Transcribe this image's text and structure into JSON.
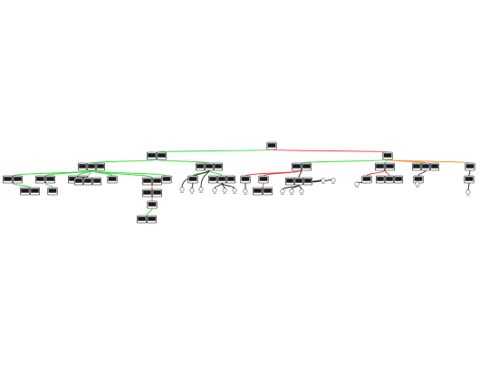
{
  "diagram": {
    "type": "decision-tree",
    "edge_colors": {
      "green": "#3ddc3d",
      "red": "#e84040",
      "black": "#222222",
      "orange": "#f09030"
    },
    "nodes": [
      {
        "id": "root",
        "shape": "box",
        "parent": null
      },
      {
        "id": "l1a",
        "shape": "pair",
        "parent": "root",
        "edge": "green"
      },
      {
        "id": "l1b",
        "shape": "box",
        "parent": "root",
        "edge": "red"
      },
      {
        "id": "l2a",
        "shape": "trio",
        "parent": "l1a",
        "edge": "green"
      },
      {
        "id": "l2b",
        "shape": "trio",
        "parent": "l1a",
        "edge": "green"
      },
      {
        "id": "l2c",
        "shape": "pair",
        "parent": "l1b",
        "edge": "green"
      },
      {
        "id": "l2d",
        "shape": "pair",
        "parent": "l1b",
        "edge": "green"
      },
      {
        "id": "l2e",
        "shape": "trio",
        "parent": "l1b",
        "edge": "orange"
      },
      {
        "id": "l2f",
        "shape": "box",
        "parent": "l1b",
        "edge": "orange"
      },
      {
        "id": "l3a",
        "shape": "pair",
        "parent": "l2a",
        "edge": "green"
      },
      {
        "id": "l3b",
        "shape": "pair",
        "parent": "l2a",
        "edge": "green"
      },
      {
        "id": "l3c",
        "shape": "pair",
        "parent": "l2a",
        "edge": "green"
      },
      {
        "id": "l3d",
        "shape": "trio",
        "parent": "l2a",
        "edge": "green"
      },
      {
        "id": "l3e",
        "shape": "box",
        "parent": "l2a",
        "edge": "green"
      },
      {
        "id": "l3f",
        "shape": "pair",
        "parent": "l2a",
        "edge": "green"
      },
      {
        "id": "l3g",
        "shape": "box",
        "parent": "l2a",
        "edge": "green"
      },
      {
        "id": "l3h",
        "shape": "box",
        "parent": "l2b",
        "edge": "green"
      },
      {
        "id": "l3i",
        "shape": "trio",
        "parent": "l2b",
        "edge": "green"
      },
      {
        "id": "l3j",
        "shape": "box",
        "parent": "l2c",
        "edge": "red"
      },
      {
        "id": "l3k",
        "shape": "box",
        "parent": "l2c",
        "edge": "red"
      },
      {
        "id": "l3l",
        "shape": "trio",
        "parent": "l2c",
        "edge": "black"
      },
      {
        "id": "l3m",
        "shape": "box",
        "parent": "l2d",
        "edge": "red"
      },
      {
        "id": "l3n",
        "shape": "trio",
        "parent": "l2d",
        "edge": "red"
      },
      {
        "id": "l3o",
        "shape": "box",
        "parent": "l2e",
        "edge": "black"
      },
      {
        "id": "l3p",
        "shape": "box",
        "parent": "l2f",
        "edge": "black"
      },
      {
        "id": "l4a",
        "shape": "pair",
        "parent": "l3a",
        "edge": "green"
      },
      {
        "id": "l4b",
        "shape": "box",
        "parent": "l3b",
        "edge": "green"
      },
      {
        "id": "l4c",
        "shape": "pair",
        "parent": "l3f",
        "edge": "red"
      },
      {
        "id": "l4d",
        "shape": "pair",
        "parent": "l3k",
        "edge": "red"
      },
      {
        "id": "l5a",
        "shape": "box",
        "parent": "l4c",
        "edge": "red"
      },
      {
        "id": "l6a",
        "shape": "pair",
        "parent": "l5a",
        "edge": "green"
      }
    ],
    "glyph_nodes": [
      {
        "id": "g1",
        "parent": "l2b"
      },
      {
        "id": "g2",
        "parent": "l2b"
      },
      {
        "id": "g3",
        "parent": "l3i"
      },
      {
        "id": "g4",
        "parent": "l3i"
      },
      {
        "id": "g5",
        "parent": "l3i"
      },
      {
        "id": "g6",
        "parent": "l3h"
      },
      {
        "id": "g7",
        "parent": "l3j"
      },
      {
        "id": "g8",
        "parent": "l3l"
      },
      {
        "id": "g9",
        "parent": "l3l"
      },
      {
        "id": "g10",
        "parent": "l3l"
      },
      {
        "id": "g11",
        "parent": "l3l"
      },
      {
        "id": "g12",
        "parent": "l3l"
      },
      {
        "id": "g13",
        "parent": "l3m"
      },
      {
        "id": "g14",
        "parent": "l3o"
      },
      {
        "id": "g15",
        "parent": "l3p"
      }
    ]
  }
}
